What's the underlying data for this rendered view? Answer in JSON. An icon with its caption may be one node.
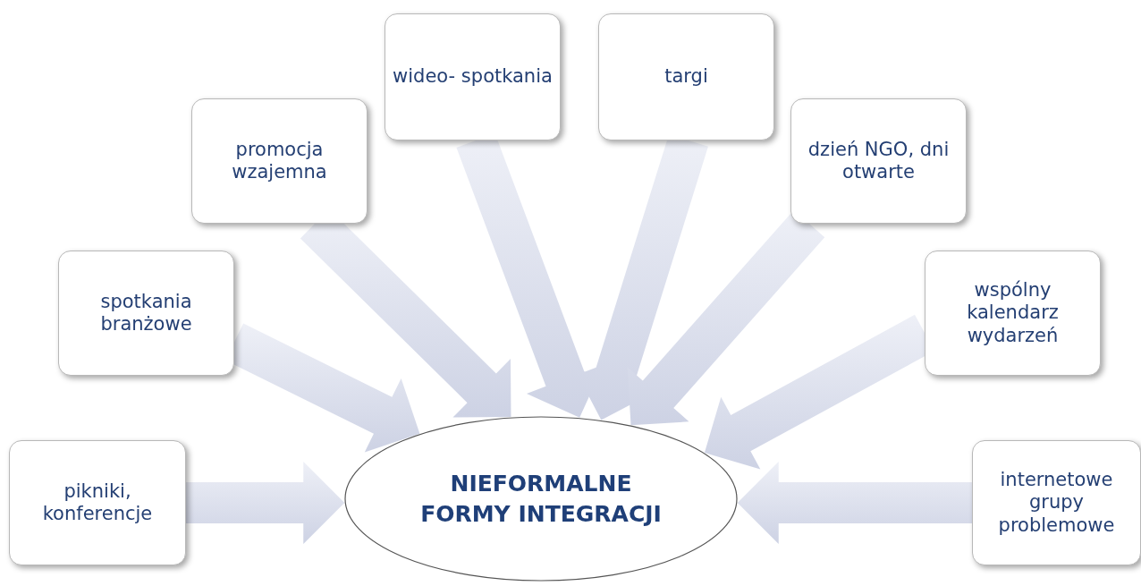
{
  "diagram": {
    "nodes": [
      {
        "text": [
          "pikniki, konferencje"
        ]
      },
      {
        "text": [
          "spotkania branżowe"
        ]
      },
      {
        "text": [
          "promocja wzajemna"
        ]
      },
      {
        "text": [
          "wideo- spotkania"
        ]
      },
      {
        "text": [
          "targi"
        ]
      },
      {
        "text": [
          "dzień NGO, dni otwarte"
        ]
      },
      {
        "text": [
          "wspólny kalendarz wydarzeń"
        ]
      },
      {
        "text": [
          "internetowe grupy problemowe"
        ]
      },
      {
        "text": [
          "NIEFORMALNE FORMY INTEGRACJI"
        ]
      }
    ],
    "edges": [
      {
        "from": 0,
        "to": 8,
        "arrow": "to",
        "style": "thick"
      },
      {
        "from": 1,
        "to": 8,
        "arrow": "to",
        "style": "thick"
      },
      {
        "from": 2,
        "to": 8,
        "arrow": "to",
        "style": "thick"
      },
      {
        "from": 3,
        "to": 8,
        "arrow": "to",
        "style": "thick"
      },
      {
        "from": 4,
        "to": 8,
        "arrow": "to",
        "style": "thick"
      },
      {
        "from": 5,
        "to": 8,
        "arrow": "to",
        "style": "thick"
      },
      {
        "from": 6,
        "to": 8,
        "arrow": "to",
        "style": "thick"
      },
      {
        "from": 7,
        "to": 8,
        "arrow": "to",
        "style": "thick"
      }
    ]
  }
}
